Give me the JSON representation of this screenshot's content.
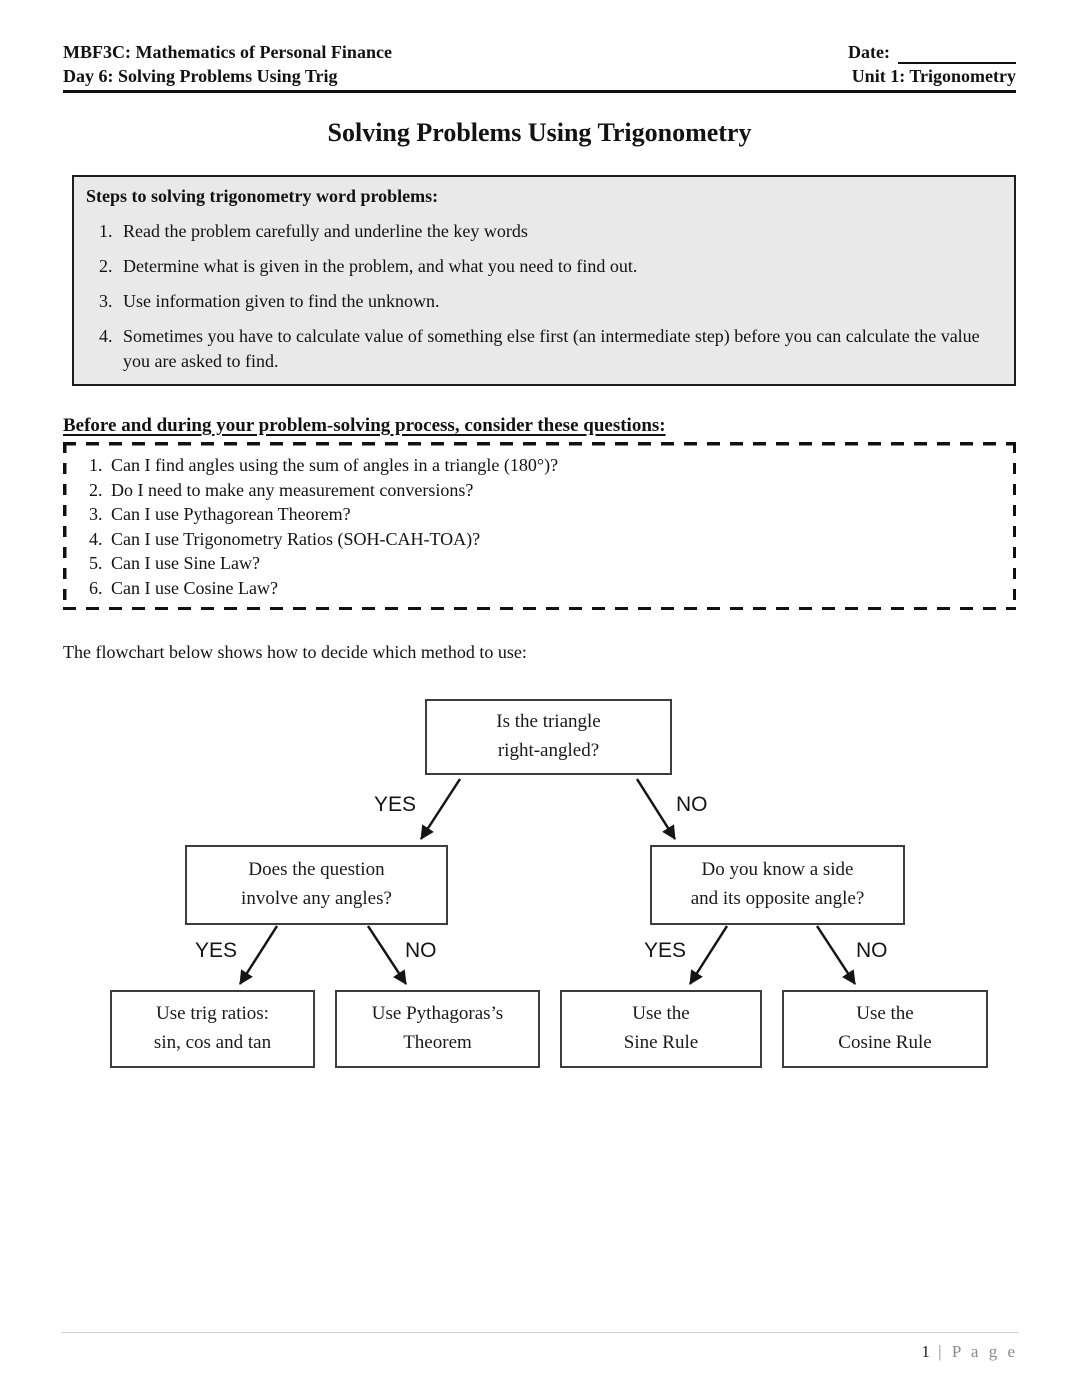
{
  "header": {
    "course": "MBF3C: Mathematics of Personal Finance",
    "day": "Day 6: Solving Problems Using Trig",
    "date_label": "Date:",
    "unit": "Unit 1: Trigonometry"
  },
  "title": "Solving Problems Using Trigonometry",
  "steps": {
    "heading": "Steps to solving trigonometry word problems:",
    "items": [
      "Read the problem carefully and underline the key words",
      "Determine what is given in the problem, and what you need to find out.",
      "Use information given to find the unknown.",
      "Sometimes you have to calculate value of something else first (an intermediate step) before you can calculate the value you are asked to find."
    ]
  },
  "questions": {
    "heading": "Before and during your problem-solving process, consider these questions:",
    "items": [
      "Can I find angles using the sum of angles in a triangle (180°)?",
      "Do I need to make any measurement conversions?",
      "Can I use Pythagorean Theorem?",
      "Can I use Trigonometry Ratios (SOH-CAH-TOA)?",
      "Can I use Sine Law?",
      "Can I use Cosine Law?"
    ]
  },
  "flowchart": {
    "intro": "The flowchart below shows how to decide which method to use:",
    "labels": {
      "yes": "YES",
      "no": "NO"
    },
    "nodes": {
      "root": "Is the triangle\nright-angled?",
      "angles": "Does the question\ninvolve any angles?",
      "side_angle": "Do you know a side\nand its opposite angle?",
      "trig_ratios": "Use trig ratios:\nsin, cos and tan",
      "pythagoras": "Use Pythagoras’s\nTheorem",
      "sine_rule": "Use the\nSine Rule",
      "cosine_rule": "Use the\nCosine Rule"
    }
  },
  "footer": {
    "number": "1",
    "label": "| P a g e"
  }
}
